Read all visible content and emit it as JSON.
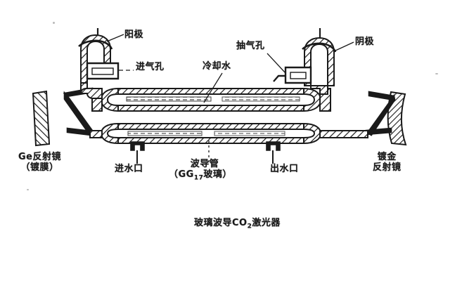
{
  "figure": {
    "caption": "玻璃波导CO₂激光器",
    "caption_parts": {
      "prefix": "玻璃波导CO",
      "subscript": "2",
      "suffix": "激光器"
    },
    "title_translation_note": "",
    "background_color": "#ffffff",
    "line_color": "#1a1a1a"
  },
  "labels": {
    "anode": "阳极",
    "gas_inlet": "进气孔",
    "cooling_water": "冷却水",
    "pump_port": "抽气孔",
    "cathode": "阴极",
    "ge_mirror_line1": "Ge反射镜",
    "ge_mirror_line2": "（镀膜）",
    "water_inlet": "进水口",
    "waveguide_line1": "波导管",
    "waveguide_line2_prefix": "（GG",
    "waveguide_line2_sub": "17",
    "waveguide_line2_suffix": "玻璃）",
    "water_outlet": "出水口",
    "gold_mirror_line1": "镀金",
    "gold_mirror_line2": "反射镜"
  }
}
